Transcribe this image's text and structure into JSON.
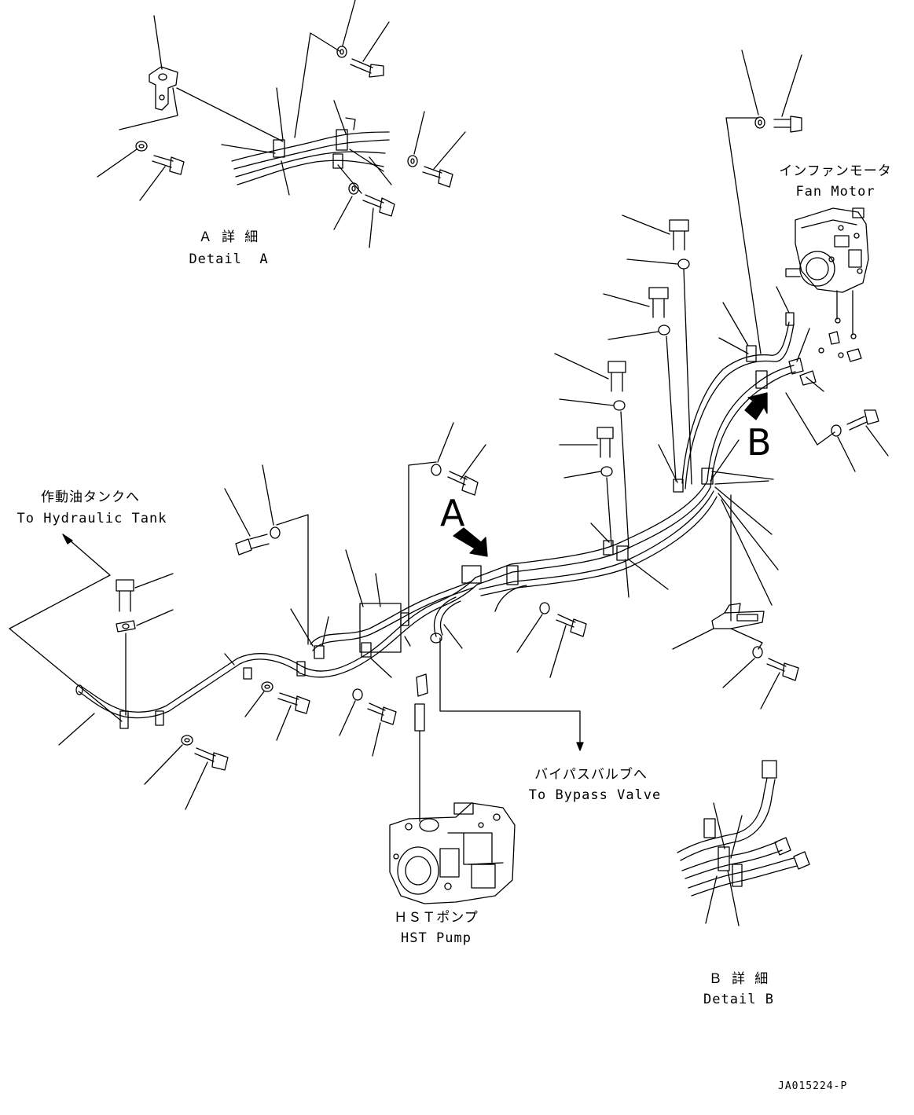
{
  "labels": {
    "detail_a_jp": "Ａ 詳 細",
    "detail_a_en": "Detail  A",
    "fan_motor_jp": "インファンモータ",
    "fan_motor_en": "Fan Motor",
    "hydraulic_tank_jp": "作動油タンクへ",
    "hydraulic_tank_en": "To Hydraulic Tank",
    "bypass_valve_jp": "バイパスバルブへ",
    "bypass_valve_en": "To Bypass Valve",
    "hst_pump_jp": "ＨＳＴポンプ",
    "hst_pump_en": "HST Pump",
    "detail_b_jp": "Ｂ 詳 細",
    "detail_b_en": "Detail B",
    "callout_a": "A",
    "callout_b": "B",
    "drawing_code": "JA015224-P"
  },
  "colors": {
    "line": "#000000",
    "background": "#ffffff"
  }
}
